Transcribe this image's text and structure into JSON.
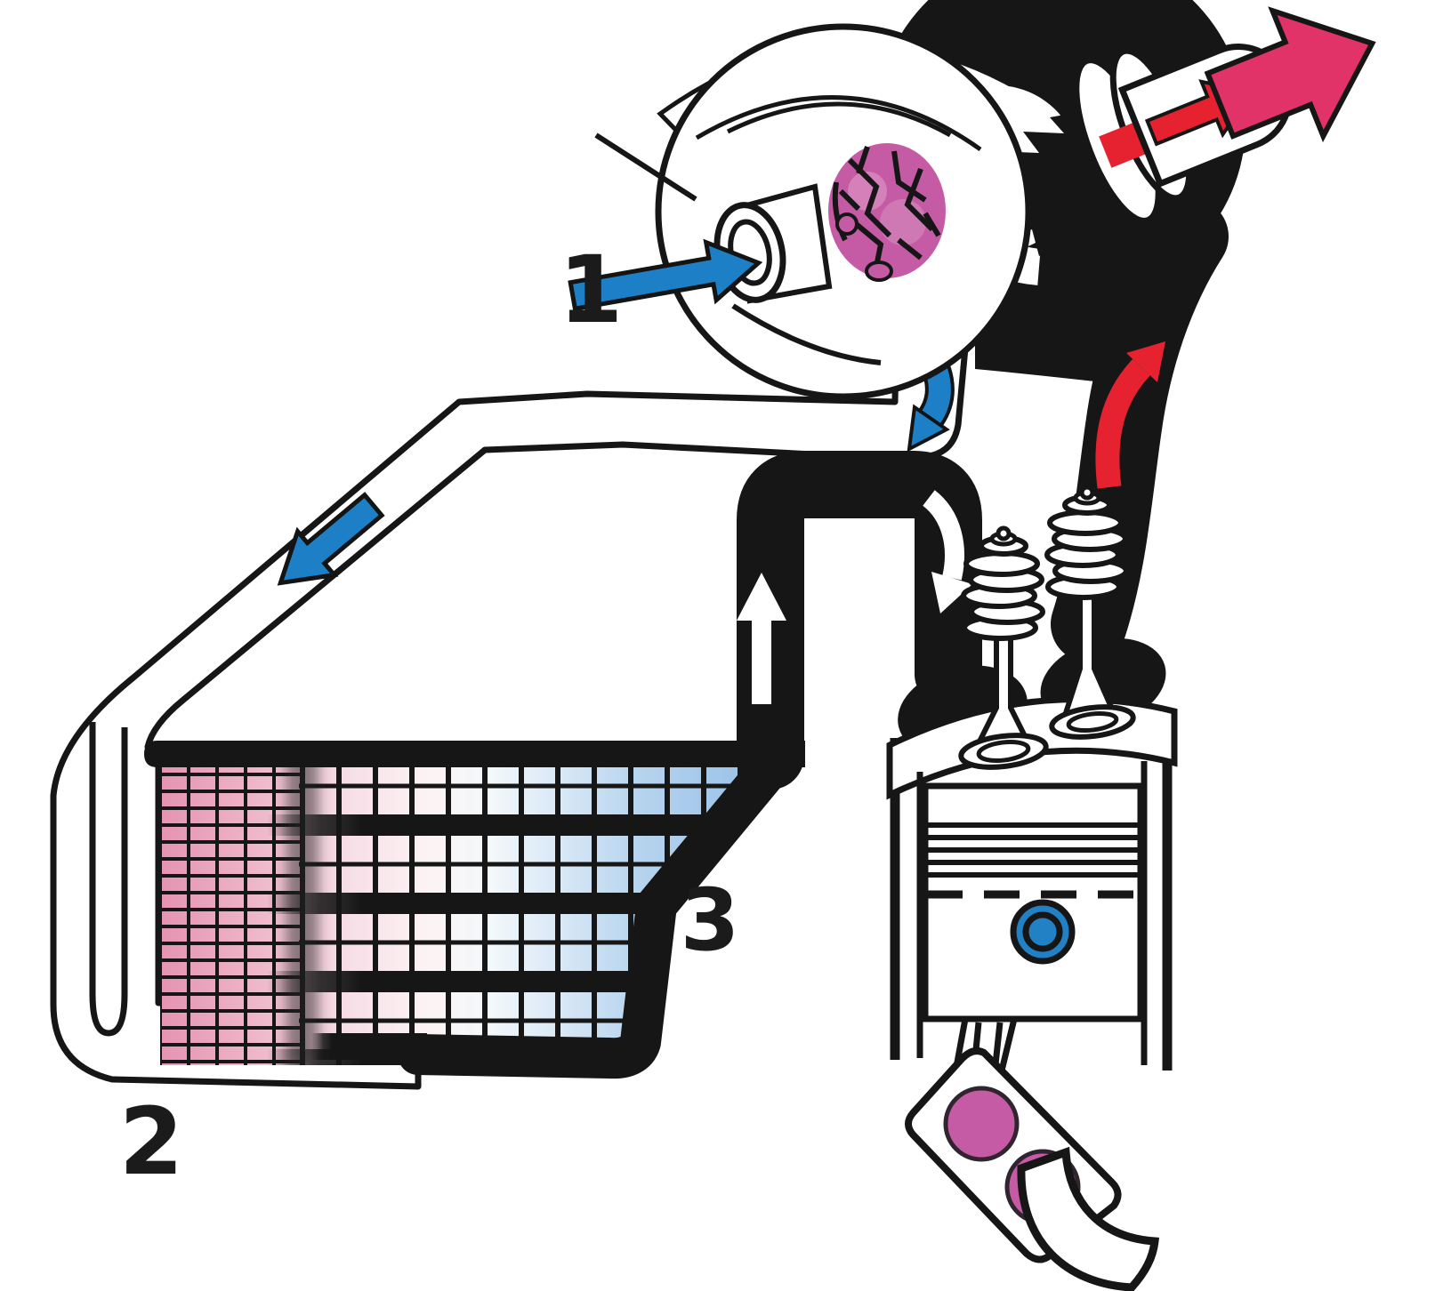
{
  "figure": {
    "description": "Turbocharged engine airflow schematic: turbocharger, intercooler, intake manifold, cylinder with piston and crankshaft"
  },
  "labels": {
    "marker_1": "1",
    "marker_2": "2",
    "marker_3": "3"
  },
  "colors": {
    "ink": "#161616",
    "paper": "#ffffff",
    "blue": "#1d80c6",
    "red": "#e62230",
    "crimson": "#e23368",
    "magenta": "#c45ba4",
    "pin_blue": "#2280c4",
    "pink_tint": "#e593b1",
    "blue_tint": "#aecfeb"
  },
  "arrows": {
    "intake_air": "blue-arrow-right",
    "compressed_air_down": "blue-curved-arrow-down",
    "charge_pipe_flow": "blue-arrow-down-left",
    "manifold_flow_up": "white-arrow-up",
    "manifold_flow_down": "white-curved-arrow-down",
    "exhaust_up": "red-curved-arrow-up",
    "exhaust_out": "red-arrow-out",
    "exhaust_exit": "crimson-arrow-out"
  }
}
